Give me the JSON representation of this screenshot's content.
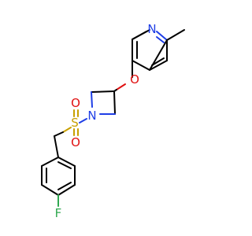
{
  "structure": {
    "atoms": {
      "pyridine_nitrogen": "N",
      "ether_oxygen": "O",
      "azetidine_nitrogen": "N",
      "sulfur": "S",
      "sulfonyl_oxygen_top": "O",
      "sulfonyl_oxygen_bottom": "O",
      "fluorine": "F"
    }
  },
  "colors": {
    "nitrogen": "#1e3ee6",
    "oxygen": "#e01010",
    "sulfur": "#c8a000",
    "fluorine": "#2fa84f",
    "carbon": "#000000"
  }
}
